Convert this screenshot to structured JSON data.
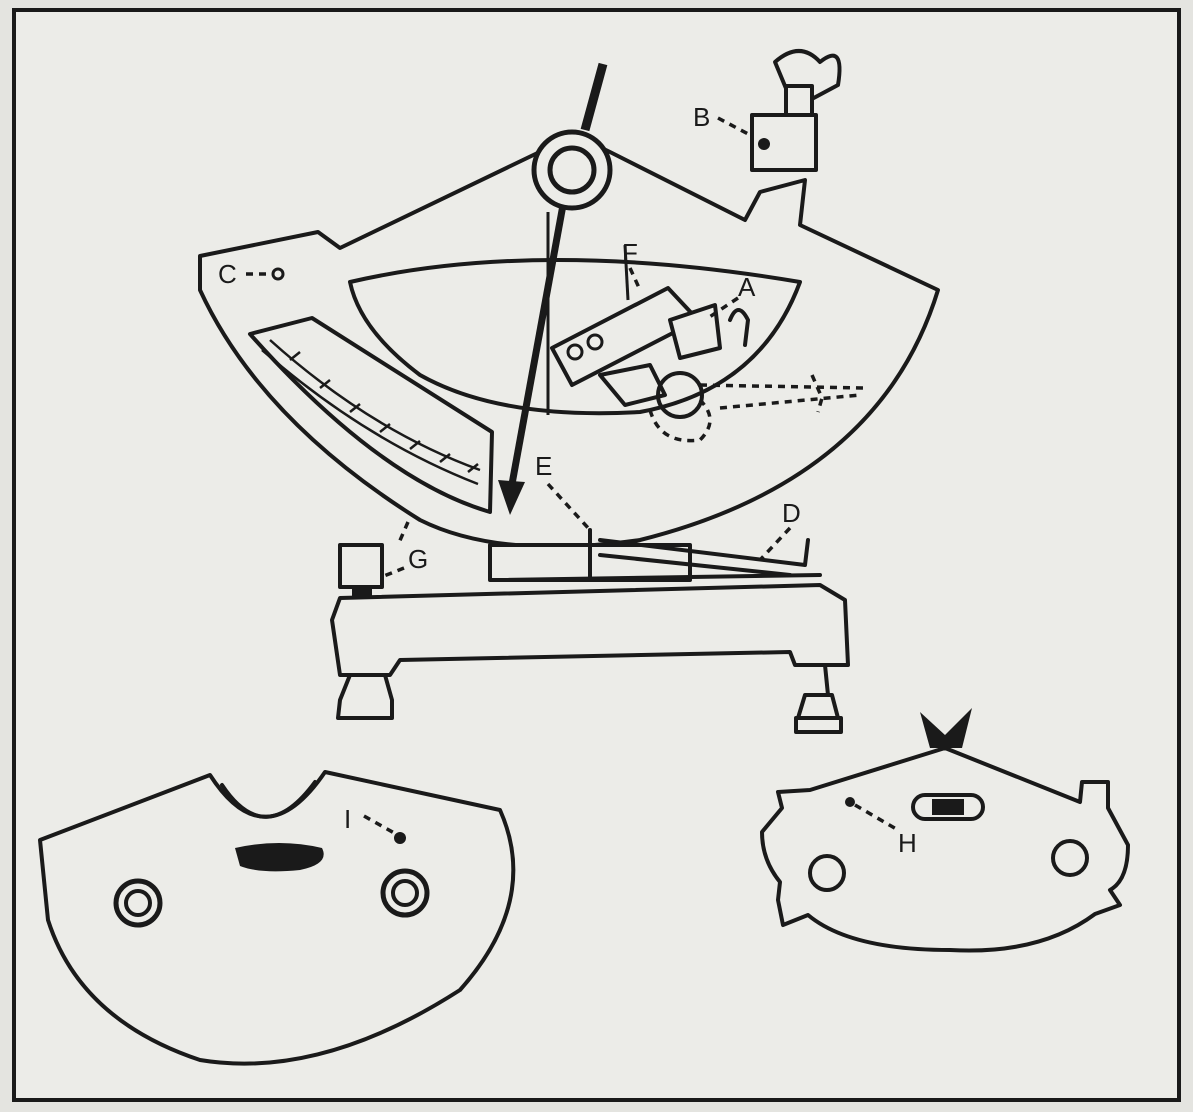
{
  "colors": {
    "background": "#e4e4e0",
    "ink": "#1a1a1a",
    "paper": "#ecece8"
  },
  "labels": {
    "A": "A",
    "B": "B",
    "C": "C",
    "D": "D",
    "E": "E",
    "F": "F",
    "G": "G",
    "H": "H",
    "I": "I"
  }
}
